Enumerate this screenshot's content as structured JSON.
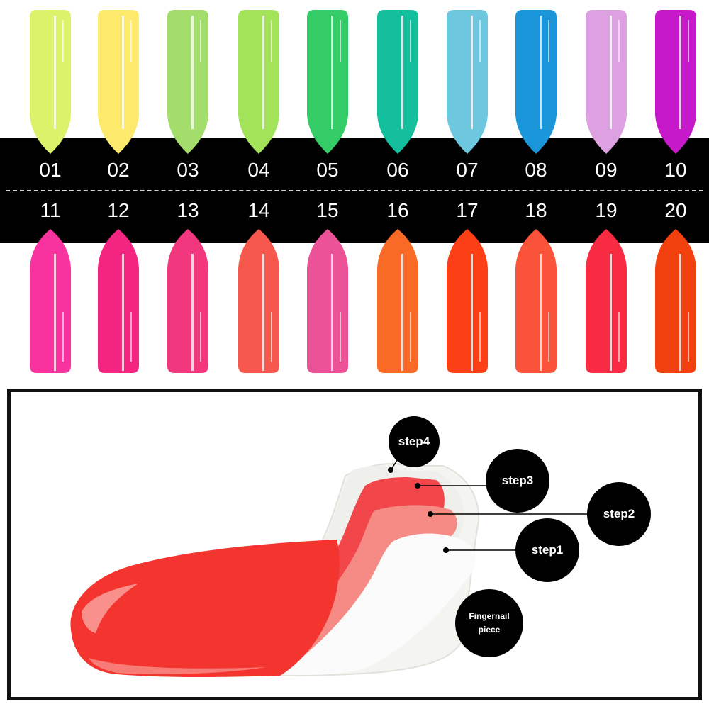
{
  "nail_chart": {
    "top_row": [
      {
        "label": "01",
        "color": "#dbf26a"
      },
      {
        "label": "02",
        "color": "#fde96b"
      },
      {
        "label": "03",
        "color": "#a3dd6b"
      },
      {
        "label": "04",
        "color": "#a3e35a"
      },
      {
        "label": "05",
        "color": "#33cc66"
      },
      {
        "label": "06",
        "color": "#13bf9c"
      },
      {
        "label": "07",
        "color": "#6cc7df"
      },
      {
        "label": "08",
        "color": "#1a95da"
      },
      {
        "label": "09",
        "color": "#dda1e2"
      },
      {
        "label": "10",
        "color": "#c619c9"
      }
    ],
    "bottom_row": [
      {
        "label": "11",
        "color": "#f8329e"
      },
      {
        "label": "12",
        "color": "#f42581"
      },
      {
        "label": "13",
        "color": "#f1387f"
      },
      {
        "label": "14",
        "color": "#f7584d"
      },
      {
        "label": "15",
        "color": "#ec5298"
      },
      {
        "label": "16",
        "color": "#f96a27"
      },
      {
        "label": "17",
        "color": "#fc3f14"
      },
      {
        "label": "18",
        "color": "#f9533a"
      },
      {
        "label": "19",
        "color": "#f72c42"
      },
      {
        "label": "20",
        "color": "#f2410f"
      }
    ]
  },
  "diagram": {
    "steps": {
      "step4": "step4",
      "step3": "step3",
      "step2": "step2",
      "step1": "step1"
    },
    "fingernail": {
      "line1": "Fingernail",
      "line2": "piece"
    }
  }
}
